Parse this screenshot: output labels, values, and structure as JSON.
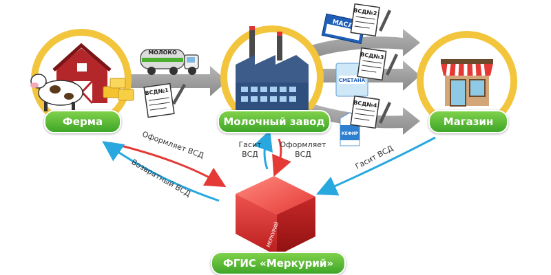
{
  "nodes": {
    "farm": "Ферма",
    "plant": "Молочный завод",
    "shop": "Магазин",
    "fgis": "ФГИС «Меркурий»"
  },
  "truck_text": "МОЛОКО",
  "documents": {
    "vsd1": "ВСД№1",
    "vsd2": "ВСД№2",
    "vsd3": "ВСД№3",
    "vsd4": "ВСД№4"
  },
  "products": {
    "butter": "МАСЛО",
    "sour_cream": "СМЕТАНА",
    "kefir": "КЕФИР"
  },
  "cube_text": "МЕРКУРИЙ",
  "flows": {
    "farm_issues": "Оформляет ВСД",
    "return_vsd": "Возвратный ВСД",
    "plant_cancels_1": "Гасит",
    "plant_cancels_2": "ВСД",
    "plant_issues_1": "Оформляет",
    "plant_issues_2": "ВСД",
    "shop_cancels": "Гасит ВСД"
  },
  "colors": {
    "ring": "#f2c53d",
    "arrow_gray": "#9a9a9a",
    "label_green": "#4caf2f",
    "red_arrow": "#e53935",
    "blue_arrow": "#29a8e0",
    "cube_red": "#e8453c"
  }
}
